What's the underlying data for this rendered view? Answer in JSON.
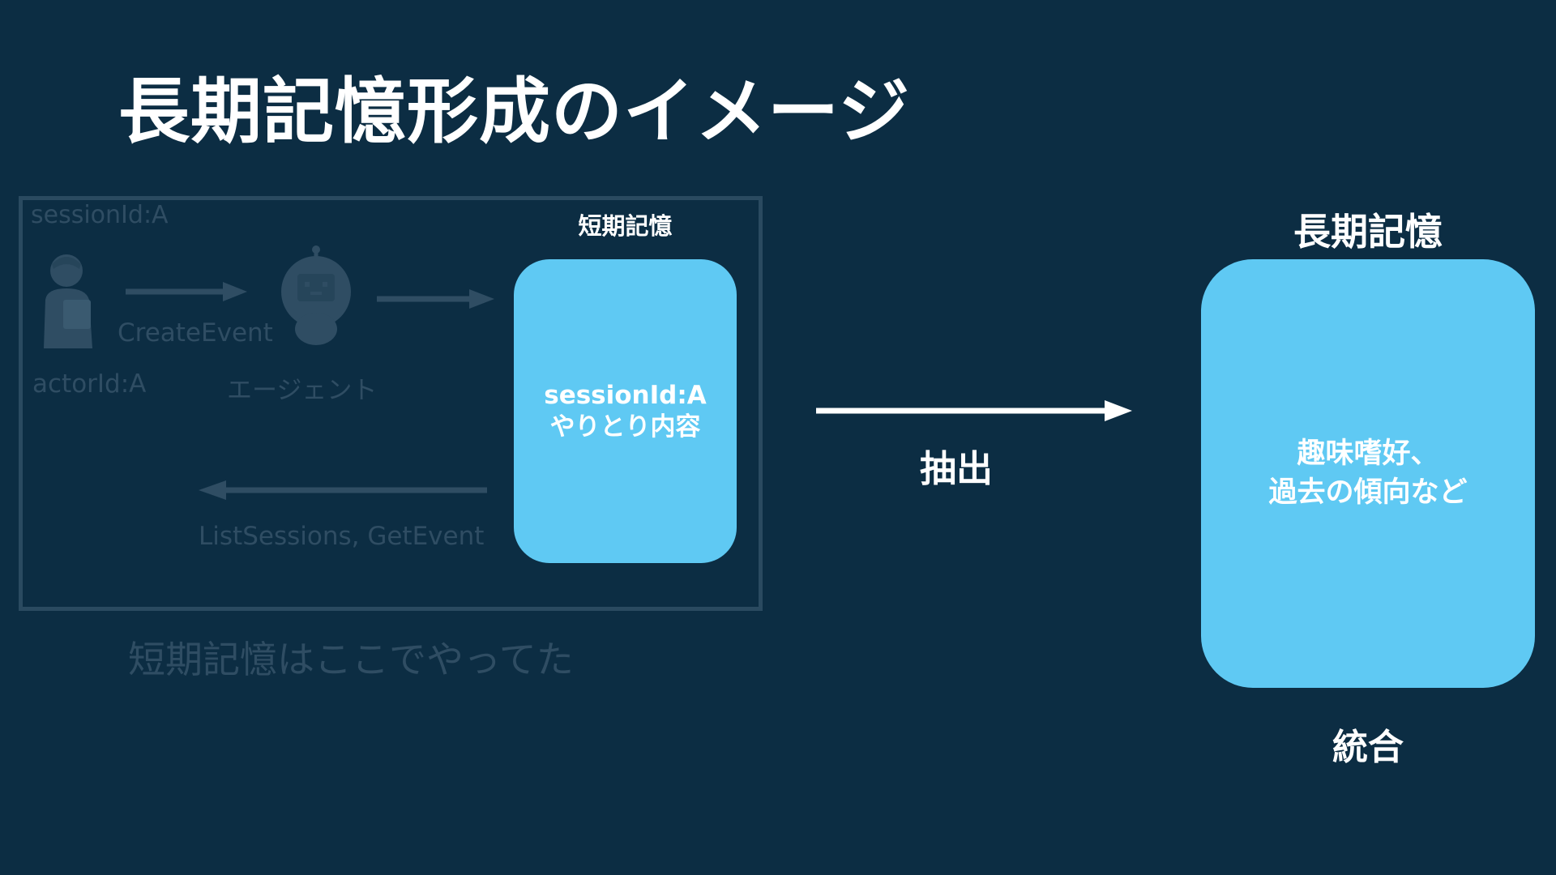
{
  "slide": {
    "title": "長期記憶形成のイメージ"
  },
  "short_term": {
    "session_label": "sessionId:A",
    "create_event_label": "CreateEvent",
    "actor_label": "actorId:A",
    "agent_label": "エージェント",
    "list_label": "ListSessions, GetEvent",
    "header": "短期記憶",
    "box_line1": "sessionId:A",
    "box_line2": "やりとり内容",
    "caption": "短期記憶はここでやってた"
  },
  "extract": {
    "label": "抽出"
  },
  "long_term": {
    "header": "長期記憶",
    "box_line1": "趣味嗜好、",
    "box_line2": "過去の傾向など",
    "footer": "統合"
  },
  "colors": {
    "background": "#0c2d43",
    "box": "#5fc9f3",
    "faded": "#2f4d63",
    "text": "#ffffff"
  },
  "icons": {
    "person": "person-icon",
    "robot": "robot-icon"
  }
}
